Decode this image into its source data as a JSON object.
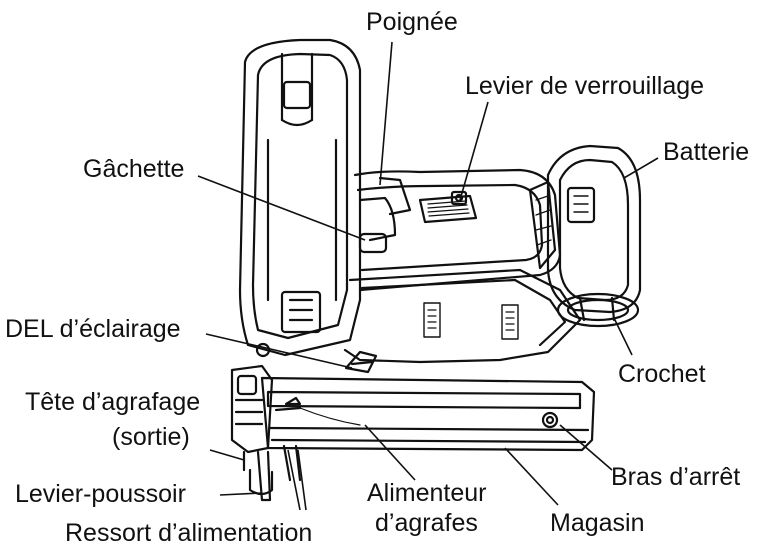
{
  "labels": {
    "poignee": "Poignée",
    "levier_verrouillage": "Levier de verrouillage",
    "batterie": "Batterie",
    "gachette": "Gâchette",
    "del_eclairage": "DEL d’éclairage",
    "crochet": "Crochet",
    "tete_agrafage_line1": "Tête d’agrafage",
    "tete_agrafage_line2": "(sortie)",
    "bras_arret": "Bras d’arrêt",
    "levier_poussoir": "Levier-poussoir",
    "alimenteur_line1": "Alimenteur",
    "alimenteur_line2": "d’agrafes",
    "magasin": "Magasin",
    "ressort_alimentation": "Ressort d’alimentation"
  },
  "colors": {
    "ink": "#111111",
    "background": "#ffffff"
  }
}
